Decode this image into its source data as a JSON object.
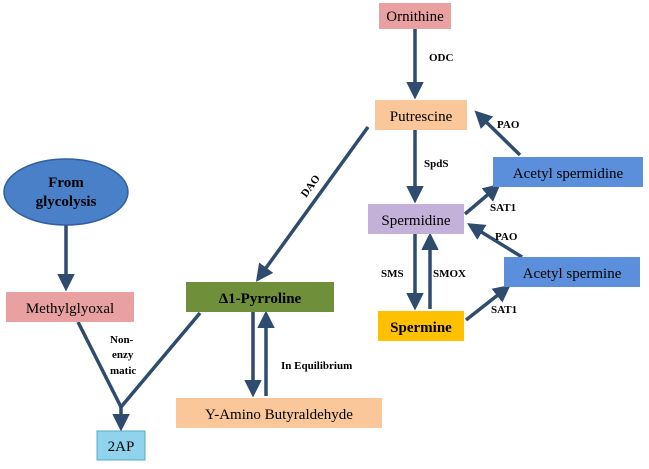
{
  "nodes": {
    "ornithine": "Ornithine",
    "putrescine": "Putrescine",
    "spermidine": "Spermidine",
    "spermine": "Spermine",
    "acetyl_spermidine": "Acetyl spermidine",
    "acetyl_spermine": "Acetyl spermine",
    "glycolysis_line1": "From",
    "glycolysis_line2": "glycolysis",
    "methylglyoxal": "Methylglyoxal",
    "pyrroline": "Δ1-Pyrroline",
    "amino_butyraldehyde": "Y-Amino Butyraldehyde",
    "two_ap": "2AP"
  },
  "labels": {
    "odc": "ODC",
    "spds": "SpdS",
    "pao_top": "PAO",
    "sat1_top": "SAT1",
    "pao_mid": "PAO",
    "sat1_bottom": "SAT1",
    "sms": "SMS",
    "smox": "SMOX",
    "dao": "DAO",
    "in_equilibrium": "In Equilibrium",
    "non_enzy_1": "Non-",
    "non_enzy_2": "enzy",
    "non_enzy_3": "matic"
  },
  "colors": {
    "arrow": "#2f4b6e",
    "ornithine": "#e8a0a0",
    "putrescine": "#f9c79a",
    "spermidine": "#c3b1d9",
    "spermine": "#ffc000",
    "acetyl": "#5b8fdb",
    "glycolysis": "#4a80c8",
    "methylglyoxal": "#e8a0a0",
    "pyrroline": "#6f8f3a",
    "amino": "#f9c79a",
    "two_ap": "#8fd3ec"
  }
}
